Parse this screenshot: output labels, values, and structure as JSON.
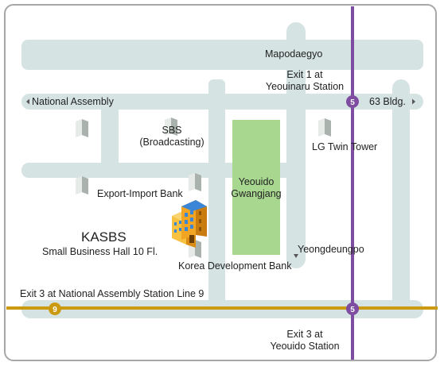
{
  "colors": {
    "road": "#d5e3e2",
    "park": "#a8d790",
    "line5": "#7e4ca1",
    "line9": "#cc9a11",
    "frame": "#a7a7a7",
    "building_side": "#a9b2ad",
    "office_orange": "#f1a523",
    "office_blue": "#3b86d6"
  },
  "stations": {
    "line5_badge": "5",
    "line9_badge": "9"
  },
  "labels": {
    "mapodaegyo": "Mapodaegyo",
    "exit1_line1": "Exit 1 at",
    "exit1_line2": "Yeouinaru Station",
    "national_assembly": "National Assembly",
    "bldg63": "63 Bldg.",
    "sbs_line1": "SBS",
    "sbs_line2": "(Broadcasting)",
    "lg_twin_tower": "LG Twin Tower",
    "export_import_bank": "Export-Import Bank",
    "park_line1": "Yeouido",
    "park_line2": "Gwangjang",
    "kasbs": "KASBS",
    "kasbs_hall": "Small Business Hall 10 Fl.",
    "korea_development_bank": "Korea Development Bank",
    "yeongdeungpo": "Yeongdeungpo",
    "exit3_line9": "Exit 3 at National Assembly Station Line 9",
    "exit3_line1": "Exit 3 at",
    "exit3_line2": "Yeouido Station"
  },
  "icons": {
    "building": "small-building-icon",
    "office": "office-building-icon",
    "arrow_left": "arrow-left-icon",
    "arrow_right": "arrow-right-icon",
    "arrow_down": "arrow-down-icon"
  }
}
